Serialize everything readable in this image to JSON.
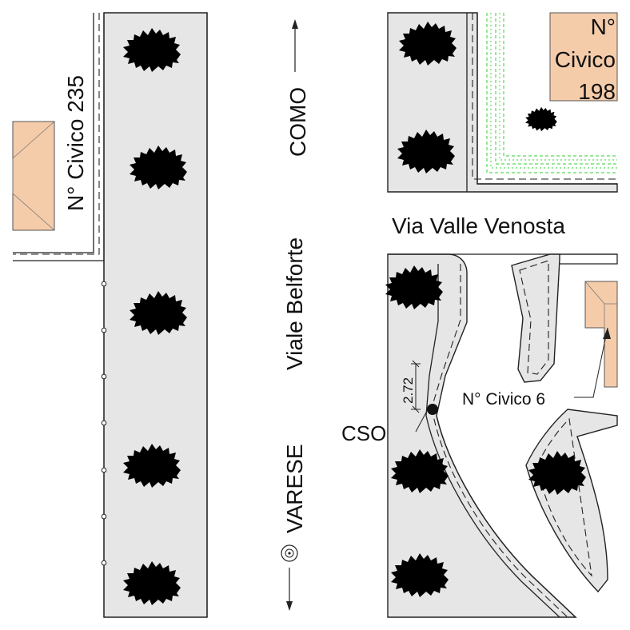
{
  "streets": {
    "viale_belforte": "Viale Belforte",
    "direction_north": "COMO",
    "direction_south": "VARESE",
    "via_valle_venosta": "Via Valle Venosta"
  },
  "addresses": {
    "civico_235": "N° Civico 235",
    "civico_198_line1": "N°",
    "civico_198_line2": "Civico",
    "civico_198_line3": "198",
    "civico_6": "N° Civico 6"
  },
  "features": {
    "cso_label": "CSO",
    "dimension_label": "2.72"
  },
  "colors": {
    "sidewalk": "#e6e6e6",
    "building": "#f5ccaa",
    "vegetation": "#2fd02f"
  }
}
